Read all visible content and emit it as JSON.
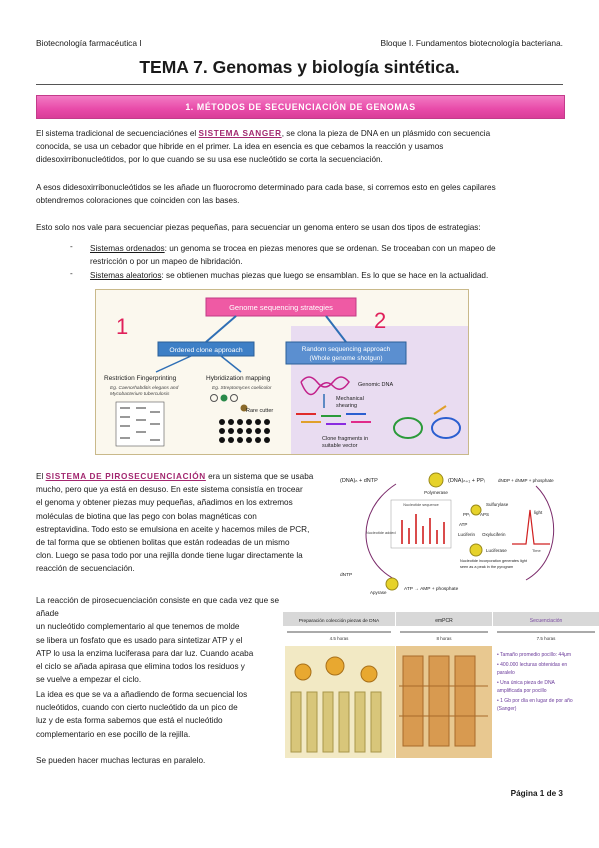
{
  "header": {
    "left": "Biotecnología farmacéutica I",
    "right": "Bloque I. Fundamentos biotecnología bacteriana."
  },
  "title": "TEMA 7. Genomas y biología sintética.",
  "section": "1.   MÉTODOS DE SECUENCIACIÓN DE GENOMAS",
  "p1": {
    "a": "El sistema tradicional de secuenciaciónes el ",
    "kw": "SISTEMA SANGER",
    "b": ", se clona la pieza de DNA en un plásmido con secuencia",
    "l2": "conocida, se usa un cebador que hibride en el primer. La idea en esencia es que cebamos la reacción y usamos",
    "l3": "didesoxirribonucleótidos, por lo que cuando se su usa ese nucleótido se corta la secuenciación."
  },
  "p2": {
    "l1": "A esos didesoxirribonucleótidos se les añade un fluorocromo determinado para cada base, si corremos esto en geles capilares",
    "l2": "obtendremos coloraciones que coinciden con las bases."
  },
  "p3": "Esto solo nos vale para secuenciar piezas pequeñas, para secuenciar un genoma entero se usan dos tipos de estrategias:",
  "list": [
    {
      "dash": "-",
      "term": "Sistemas ordenados",
      "text": ": un genoma se trocea en piezas menores que se ordenan. Se troceaban con un mapeo de",
      "cont": "restricción o por un mapeo de hibridación."
    },
    {
      "dash": "-",
      "term": "Sistemas aleatorios",
      "text": ": se obtienen muchas piezas que luego se ensamblan. Es lo que se hace en la actualidad.",
      "cont": ""
    }
  ],
  "fig1": {
    "banner": "Genome sequencing strategies",
    "num1": "1",
    "num2": "2",
    "ordered": "Ordered clone approach",
    "random1": "Random sequencing approach",
    "random2": "(Whole genome shotgun)",
    "restriction": "Restriction Fingerprinting",
    "restriction_eg1": "Eg. Caenorhabditis elegans and",
    "restriction_eg2": "Mycobacterium tuberculosis",
    "hybrid": "Hybridization mapping",
    "hybrid_eg": "Eg. Streptomyces coelicolor",
    "rare": "Rare cutter",
    "genomic": "Genomic DNA",
    "mech1": "Mechanical",
    "mech2": "shearing",
    "clone1": "Clone fragments in",
    "clone2": "suitable vector"
  },
  "pyro": {
    "l1a": "El ",
    "kw": "SISTEMA DE PIROSECUENCIACIÓN",
    "l1b": " era un sistema que se usaba",
    "lines": [
      "mucho, pero que ya está en desuso. En este sistema consistía en trocear",
      "el genoma y obtener piezas muy pequeñas, añadimos en los extremos",
      "moléculas de biotina que las pego con bolas magnéticas con",
      "estreptavidina. Todo esto se emulsiona en aceite y hacemos miles de PCR,",
      "de tal forma que se obtienen bolitas que están rodeadas de un mismo",
      "clon. Luego se pasa todo por una rejilla donde tiene lugar directamente la",
      "reacción de secuenciación."
    ]
  },
  "p5": [
    "La reacción de pirosecuenciación consiste en que cada vez que se añade",
    "un nucleótido complementario al que tenemos de molde",
    "se libera un fosfato que es usado para sintetizar ATP y el",
    "ATP lo usa la enzima luciferasa para dar luz. Cuando acaba",
    "el ciclo se añada apirasa que elimina todos los residuos y",
    "se vuelve a empezar el ciclo."
  ],
  "p6": [
    "La idea es que se va a añadiendo de forma secuencial los",
    "nucleótidos, cuando con cierto nucleótido da un pico de",
    "luz y de esta forma sabemos que está el nucleótido",
    "complementario en ese pocillo de la rejilla."
  ],
  "p7": "Se pueden hacer muchas lecturas en paralelo.",
  "fig2": {
    "dna": "(DNA)ₙ + dNTP",
    "polymerase": "Polymerase",
    "products": "(DNA)ₙ₊₁ + PPᵢ",
    "udp": "dNDP + dNMP + phosphate",
    "nuc_seq": "Nucleotide sequence",
    "nuc_added": "Nucleotide added",
    "atp": "ATP",
    "ppi": "PPᵢ",
    "aps": "APS",
    "sulfurylase": "Sulfurylase",
    "luciferin": "Luciferin",
    "oxyluciferin": "Oxyluciferin",
    "luciferase": "Luciferase",
    "light": "light",
    "time": "Time",
    "incorp1": "Nucleotide incorporation generates light",
    "incorp2": "seen as a peak in the pyrogram",
    "dntp": "dNTP",
    "apyrase": "Apyrase",
    "atp_products": "ATP → AMP + phosphate"
  },
  "fig3": {
    "col1": "Preparación colección piezas de DNA",
    "col2": "emPCR",
    "col3": "Secuenciación",
    "t1": "4.5 horas",
    "t2": "8 horas",
    "t3": "7.5 horas",
    "bullets": [
      "• Tamaño promedio pocillo: 44μm",
      "• 400.000 lecturas obtenidas en",
      "  paralelo",
      "• Una única pieza de DNA",
      "  amplificada por pocillo",
      "• 1 Gb por día en lugar de por año",
      "  (Sanger)"
    ]
  },
  "footer": "Página 1 de 3",
  "colors": {
    "band": "#e84aa8",
    "keyword": "#a2276f",
    "fig_border": "#c9b98a"
  }
}
